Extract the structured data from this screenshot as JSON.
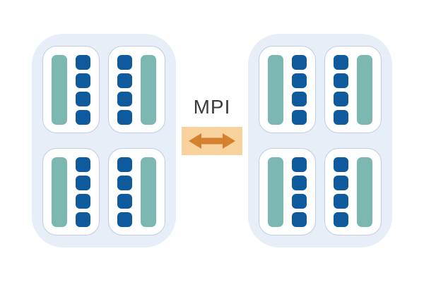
{
  "diagram": {
    "connector": {
      "label": "MPI",
      "icon": "double-headed-arrow-icon",
      "arrow_glyph": "↔"
    },
    "colors": {
      "canvas_bg": "#ffffff",
      "node_bg": "#e8eef8",
      "socket_bg": "#ffffff",
      "socket_border": "#c2cbe0",
      "bar_teal": "#7cb7b1",
      "core_blue": "#0e5a9d",
      "mpi_box_bg": "#f9d19c",
      "mpi_arrow": "#d5802e",
      "mpi_text": "#3b3b3b"
    },
    "cores_per_socket": 4,
    "nodes": [
      {
        "id": "left",
        "sockets": [
          {
            "bar_side": "left"
          },
          {
            "bar_side": "right"
          },
          {
            "bar_side": "left"
          },
          {
            "bar_side": "right"
          }
        ]
      },
      {
        "id": "right",
        "sockets": [
          {
            "bar_side": "left"
          },
          {
            "bar_side": "right"
          },
          {
            "bar_side": "left"
          },
          {
            "bar_side": "right"
          }
        ]
      }
    ]
  }
}
